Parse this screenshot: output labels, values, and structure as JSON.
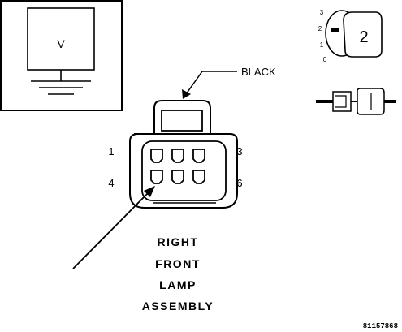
{
  "meter": {
    "label": "V"
  },
  "wire": {
    "color_label": "BLACK"
  },
  "switch": {
    "positions": [
      "3",
      "2",
      "1",
      "0"
    ],
    "setting": "2"
  },
  "connector": {
    "pins": {
      "p1": "1",
      "p3": "3",
      "p4": "4",
      "p6": "6"
    }
  },
  "component": {
    "title_lines": [
      "RIGHT",
      "FRONT",
      "LAMP",
      "ASSEMBLY"
    ]
  },
  "figure": {
    "id": "81157868"
  }
}
